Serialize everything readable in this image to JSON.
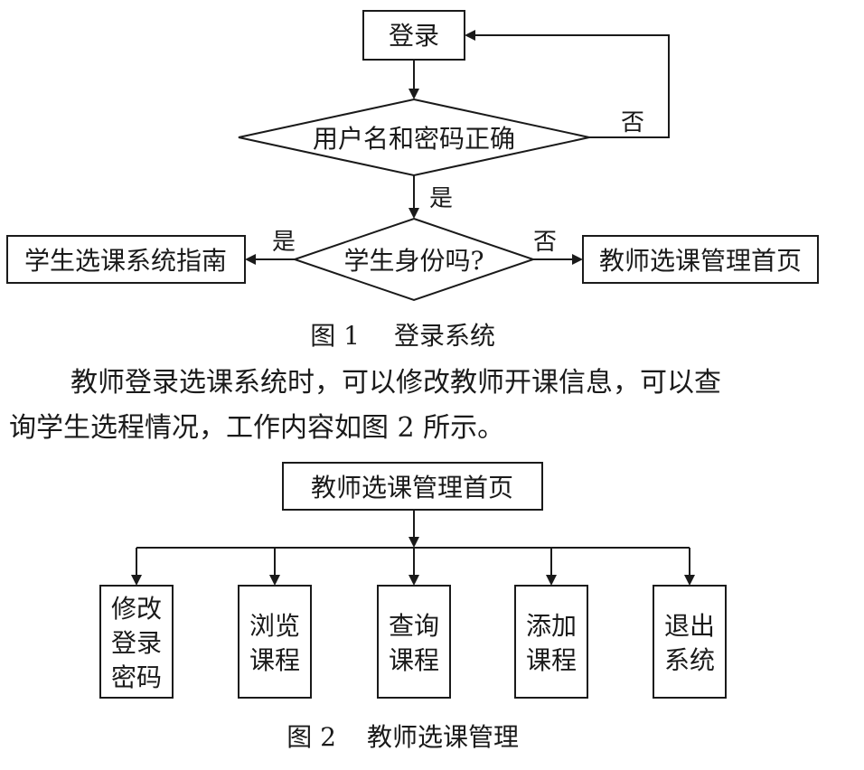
{
  "figure1": {
    "login": "登录",
    "check": "用户名和密码正确",
    "no_retry": "否",
    "yes_ok": "是",
    "role_check": "学生身份吗?",
    "yes_student": "是",
    "no_teacher": "否",
    "student_page": "学生选课系统指南",
    "teacher_page": "教师选课管理首页",
    "caption_num": "图 1",
    "caption_text": "登录系统"
  },
  "paragraph": {
    "line1": "教师登录选课系统时，可以修改教师开课信息，可以查",
    "line2": "询学生选程情况，工作内容如图 2 所示。"
  },
  "figure2": {
    "root": "教师选课管理首页",
    "children": [
      {
        "line1": "修改",
        "line2": "登录",
        "line3": "密码"
      },
      {
        "line1": "浏览",
        "line2": "课程"
      },
      {
        "line1": "查询",
        "line2": "课程"
      },
      {
        "line1": "添加",
        "line2": "课程"
      },
      {
        "line1": "退出",
        "line2": "系统"
      }
    ],
    "caption_num": "图 2",
    "caption_text": "教师选课管理"
  }
}
